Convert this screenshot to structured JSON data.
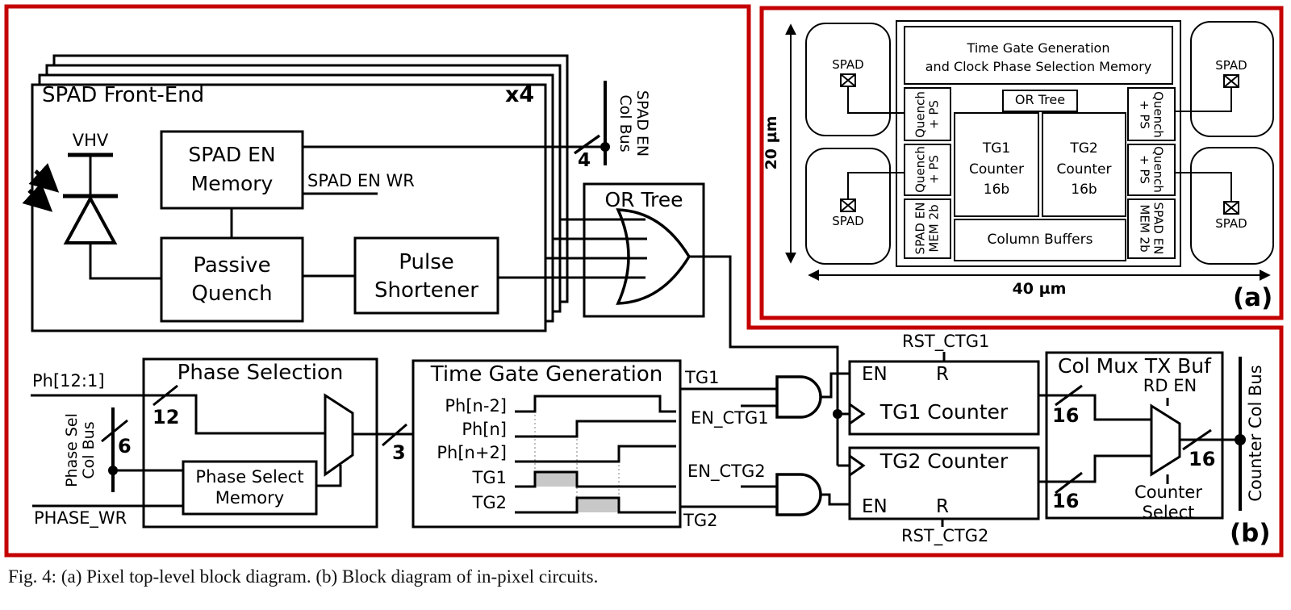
{
  "panel_b": {
    "label": "(b)",
    "front_end": {
      "title": "SPAD Front-End",
      "multiplier": "x4",
      "vhv": "VHV",
      "mem_line1": "SPAD EN",
      "mem_line2": "Memory",
      "wr": "SPAD EN WR",
      "pq_line1": "Passive",
      "pq_line2": "Quench",
      "ps_line1": "Pulse",
      "ps_line2": "Shortener",
      "bus_width": "4",
      "colbus_line1": "SPAD EN",
      "colbus_line2": "Col Bus"
    },
    "or_tree": {
      "title": "OR Tree"
    },
    "phase_sel": {
      "title": "Phase Selection",
      "input": "Ph[12:1]",
      "input_width": "12",
      "colbus_line1": "Phase Sel",
      "colbus_line2": "Col Bus",
      "colbus_width": "6",
      "write": "PHASE_WR",
      "mem_line1": "Phase Select",
      "mem_line2": "Memory",
      "output_width": "3"
    },
    "tgg": {
      "title": "Time Gate Generation",
      "rows": [
        "Ph[n-2]",
        "Ph[n]",
        "Ph[n+2]",
        "TG1",
        "TG2"
      ],
      "out_top": "TG1",
      "out_bottom": "TG2"
    },
    "counters": {
      "en_ctg1": "EN_CTG1",
      "en_ctg2": "EN_CTG2",
      "rst_ctg1": "RST_CTG1",
      "rst_ctg2": "RST_CTG2",
      "tg1": "TG1 Counter",
      "tg2": "TG2 Counter",
      "en": "EN",
      "r": "R"
    },
    "colmux": {
      "title": "Col Mux TX Buf",
      "rd_en": "RD EN",
      "sel_line1": "Counter",
      "sel_line2": "Select",
      "bus_width": "16",
      "colbus": "Counter Col Bus"
    }
  },
  "panel_a": {
    "label": "(a)",
    "spad": "SPAD",
    "dim_v": "20 µm",
    "dim_h": "40 µm",
    "mem_line1": "Time Gate Generation",
    "mem_line2": "and Clock Phase Selection Memory",
    "or_tree": "OR Tree",
    "tg1": [
      "TG1",
      "Counter",
      "16b"
    ],
    "tg2": [
      "TG2",
      "Counter",
      "16b"
    ],
    "col_buffers": "Column Buffers",
    "quench_line1": "Quench",
    "quench_line2": "+ PS",
    "mem2b_line1": "SPAD EN",
    "mem2b_line2": "MEM 2b"
  },
  "colors": {
    "accent_red": "#c40000",
    "pulse_gray": "#c8c8c8"
  },
  "caption": "Fig. 4: (a) Pixel top-level block diagram. (b) Block diagram of in-pixel circuits."
}
